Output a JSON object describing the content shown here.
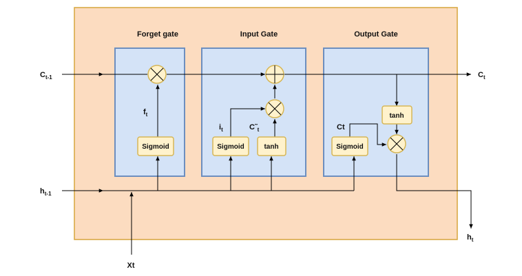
{
  "colors": {
    "outer_fill": "#fcdcc0",
    "outer_border": "#d6a53c",
    "gate_fill": "#d4e3f7",
    "gate_border": "#6c8ebf",
    "op_fill": "#fff2cc",
    "op_border": "#d6b656",
    "line": "#000000"
  },
  "gates": {
    "forget": "Forget gate",
    "input": "Input Gate",
    "output": "Output Gate"
  },
  "boxes": {
    "forget_sigmoid": "Sigmoid",
    "input_sigmoid": "Sigmoid",
    "input_tanh": "tanh",
    "output_sigmoid": "Sigmoid",
    "output_tanh": "tanh"
  },
  "labels": {
    "c_prev": "C",
    "c_prev_sub": "t-1",
    "c_out": "C",
    "c_out_sub": "t",
    "h_prev": "h",
    "h_prev_sub": "t-1",
    "h_out": "h",
    "h_out_sub": "t",
    "x_in": "Xt",
    "f_t": "f",
    "f_t_sub": "t",
    "i_t": "i",
    "i_t_sub": "t",
    "c_tilde": "C˜",
    "c_tilde_sub": "t",
    "ct": "Ct"
  },
  "operators": {
    "multiply": "×",
    "add": "+"
  }
}
